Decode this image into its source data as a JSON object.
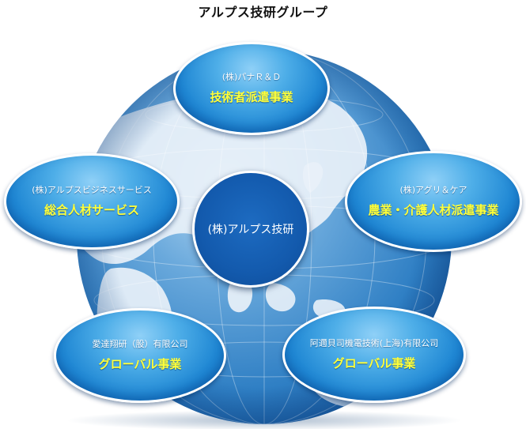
{
  "title": "アルプス技研グループ",
  "center": {
    "label": "(株)アルプス技研"
  },
  "groups": [
    {
      "company": "(株)パナＲ＆Ｄ",
      "business": "技術者派遣事業"
    },
    {
      "company": "(株)アルプスビジネスサービス",
      "business": "総合人材サービス"
    },
    {
      "company": "(株)アグリ＆ケア",
      "business": "農業・介護人材派遣事業"
    },
    {
      "company": "愛達翔研（股）有限公司",
      "business": "グローバル事業"
    },
    {
      "company": "阿邇貝司機電技術(上海)有限公司",
      "business": "グローバル事業"
    }
  ],
  "colors": {
    "bubble_dark": "#0f66b6",
    "bubble_light": "#8fd0f7",
    "center": "#135aad",
    "business_text": "#ffff3a",
    "ocean": "#2a80c8",
    "land": "#e6eef6"
  }
}
